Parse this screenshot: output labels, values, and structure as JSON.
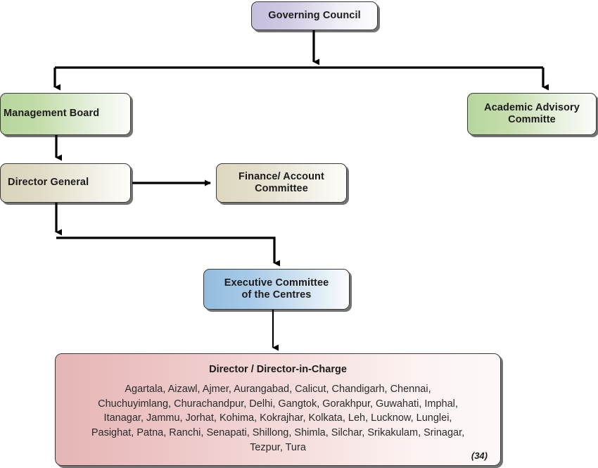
{
  "diagram": {
    "title": "Organisational structure chart",
    "nodes": {
      "governing_council": {
        "label": "Governing Council",
        "color": "#c5bedd"
      },
      "management_board": {
        "label": "Management Board",
        "color": "#b6d69c"
      },
      "academic_advisory": {
        "label": "Academic Advisory\nCommitte",
        "line1": "Academic Advisory",
        "line2": "Committe",
        "color": "#b6d69c"
      },
      "director_general": {
        "label": "Director General",
        "color": "#d9d4bb"
      },
      "finance_committee": {
        "line1": "Finance/ Account",
        "line2": "Committee",
        "color": "#ddd8c0"
      },
      "executive_committee": {
        "line1": "Executive Committee",
        "line2": "of the Centres",
        "color": "#94bcdf"
      },
      "directors": {
        "title": "Director / Director-in-Charge",
        "color": "#e6b5b5",
        "count_label": "(34)",
        "lines": [
          "Agartala, Aizawl, Ajmer, Aurangabad, Calicut, Chandigarh, Chennai,",
          "Chuchuyimlang, Churachandpur, Delhi, Gangtok, Gorakhpur, Guwahati, Imphal,",
          "Itanagar, Jammu, Jorhat, Kohima, Kokrajhar, Kolkata, Leh, Lucknow, Lunglei,",
          "Pasighat, Patna, Ranchi, Senapati, Shillong, Shimla, Silchar, Srikakulam, Srinagar,",
          "Tezpur, Tura"
        ],
        "centres": [
          "Agartala",
          "Aizawl",
          "Ajmer",
          "Aurangabad",
          "Calicut",
          "Chandigarh",
          "Chennai",
          "Chuchuyimlang",
          "Churachandpur",
          "Delhi",
          "Gangtok",
          "Gorakhpur",
          "Guwahati",
          "Imphal",
          "Itanagar",
          "Jammu",
          "Jorhat",
          "Kohima",
          "Kokrajhar",
          "Kolkata",
          "Leh",
          "Lucknow",
          "Lunglei",
          "Pasighat",
          "Patna",
          "Ranchi",
          "Senapati",
          "Shillong",
          "Shimla",
          "Silchar",
          "Srikakulam",
          "Srinagar",
          "Tezpur",
          "Tura"
        ]
      }
    },
    "connector_color": "#000000"
  }
}
